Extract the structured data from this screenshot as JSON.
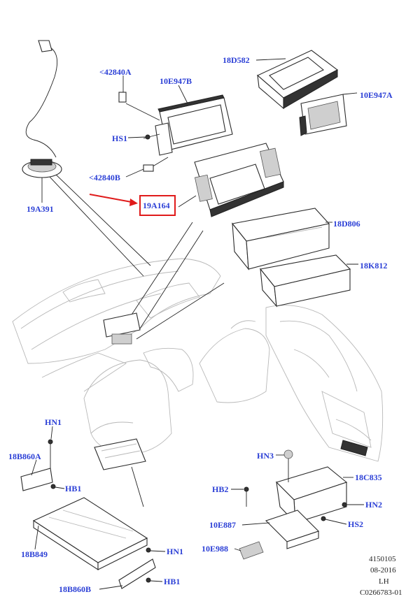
{
  "callouts": {
    "c42840a": "<42840A",
    "c10e947b": "10E947B",
    "c18d582": "18D582",
    "c10e947a": "10E947A",
    "chs1": "HS1",
    "c42840b": "<42840B",
    "c19a164": "19A164",
    "c19a391": "19A391",
    "c18d806": "18D806",
    "c18k812": "18K812",
    "chn1a": "HN1",
    "c18b860a": "18B860A",
    "chb1a": "HB1",
    "c18b849": "18B849",
    "chn1b": "HN1",
    "c18b860b": "18B860B",
    "chb1b": "HB1",
    "chn3": "HN3",
    "c18c835": "18C835",
    "chb2": "HB2",
    "chn2": "HN2",
    "c10e887": "10E887",
    "chs2": "HS2",
    "c10e988": "10E988"
  },
  "highlight": {
    "callout": "19A164",
    "color": "#e01b1b"
  },
  "label_color": "#2b3fd6",
  "reference": {
    "number": "4150105",
    "date": "08-2016",
    "side": "LH",
    "code": "C0266783-01"
  }
}
